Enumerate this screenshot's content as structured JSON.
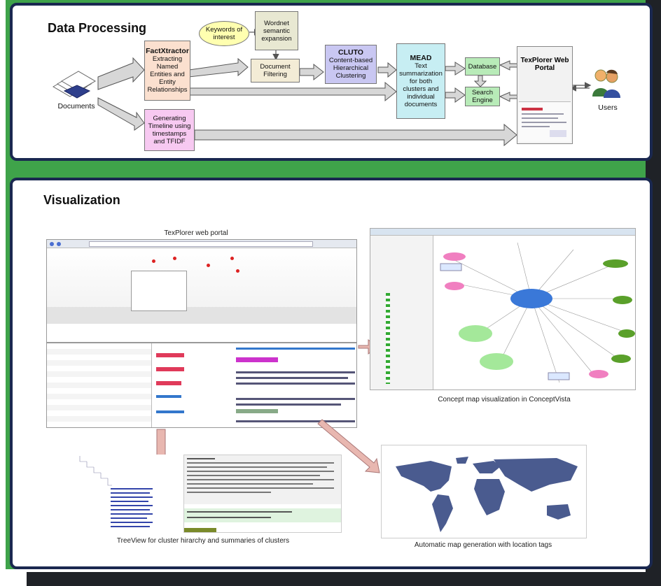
{
  "panels": {
    "processing_title": "Data Processing",
    "visualization_title": "Visualization"
  },
  "processing": {
    "documents": "Documents",
    "keywords": "Keywords of interest",
    "wordnet": "Wordnet semantic expansion",
    "factx_title": "FactXtractor",
    "factx_body": "Extracting Named Entities and Entity Relationships",
    "doc_filter": "Document Filtering",
    "cluto_title": "CLUTO",
    "cluto_body": "Content-based Hierarchical Clustering",
    "mead_title": "MEAD",
    "mead_body": "Text summarization for both clusters and individual documents",
    "database": "Database",
    "search_engine": "Search Engine",
    "portal": "TexPlorer Web Portal",
    "timeline": "Generating Timeline using timestamps and TFIDF",
    "users": "Users"
  },
  "visualization": {
    "portal_title": "TexPlorer web portal",
    "concept_caption": "Concept map visualization in ConceptVista",
    "map_caption": "Automatic map generation with location tags",
    "tree_caption": "TreeView for cluster hirarchy and summaries of clusters"
  },
  "colors": {
    "factx": "#fbe0cf",
    "keywords": "#ffffb0",
    "wordnet": "#e8e8d2",
    "filter": "#f3ecd6",
    "cluto": "#c9c7f2",
    "mead": "#c7eef3",
    "db": "#b8ebb8",
    "timeline": "#f7c9f1",
    "arrow_fill": "#d7d7d7",
    "panel_border": "#1a2850",
    "frame_green": "#3fa34a",
    "pink_arrow": "#e8b7b0",
    "map_land": "#4a5b8f"
  }
}
